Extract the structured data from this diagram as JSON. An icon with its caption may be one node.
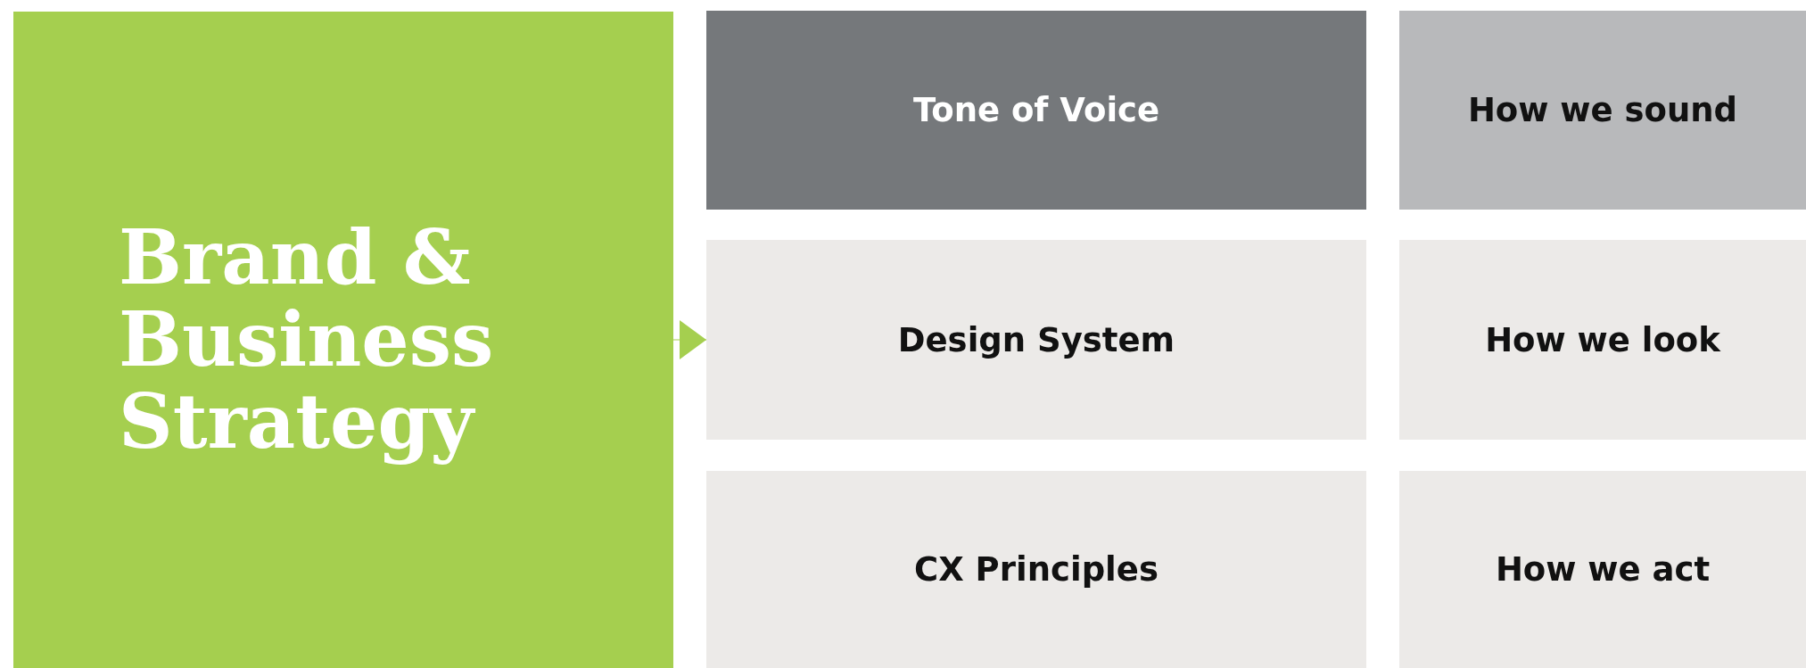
{
  "diagram": {
    "nodes": [
      {
        "text": [
          "Brand & Business Strategy"
        ]
      },
      {
        "text": [
          "Tone of Voice"
        ]
      },
      {
        "text": [
          "How we sound"
        ]
      },
      {
        "text": [
          "Design System"
        ]
      },
      {
        "text": [
          "How we look"
        ]
      },
      {
        "text": [
          "CX Principles"
        ]
      },
      {
        "text": [
          "How we act"
        ]
      }
    ],
    "edges": [
      {
        "from": 0,
        "to": 3,
        "arrow": "to"
      }
    ]
  }
}
